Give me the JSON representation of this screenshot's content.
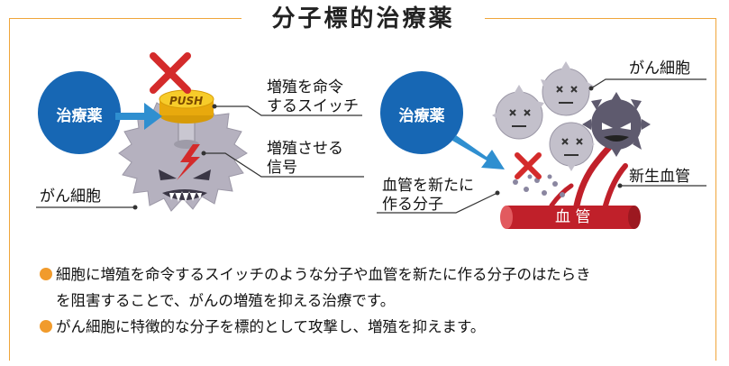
{
  "title": "分子標的治療薬",
  "left_panel": {
    "drug_label": "治療薬",
    "button_label": "PUSH",
    "switch_label": [
      "増殖を命令",
      "するスイッチ"
    ],
    "signal_label": [
      "増殖させる",
      "信号"
    ],
    "cancer_label": "がん細胞"
  },
  "right_panel": {
    "drug_label": "治療薬",
    "cancer_label": "がん細胞",
    "vessel_growth_label": "新生血管",
    "molecule_label": [
      "血管を新たに",
      "作る分子"
    ],
    "vessel_label": "血 管"
  },
  "bullets": [
    [
      "細胞に増殖を命令するスイッチのような分子や血管を新たに作る分子のはたらき",
      "を阻害することで、がんの増殖を抑える治療です。"
    ],
    [
      "がん細胞に特徴的な分子を標的として攻撃し、増殖を抑えます。"
    ]
  ],
  "colors": {
    "frame": "#f0a53a",
    "drug_circle": "#1767b4",
    "arrow": "#2f8fd0",
    "cancer_cell": "#b5b1bf",
    "dark_cell": "#5e5a6e",
    "cross": "#d42b2b",
    "button": "#f5c518",
    "vessel": "#c0202a",
    "bullet_dot": "#f19b2c"
  }
}
